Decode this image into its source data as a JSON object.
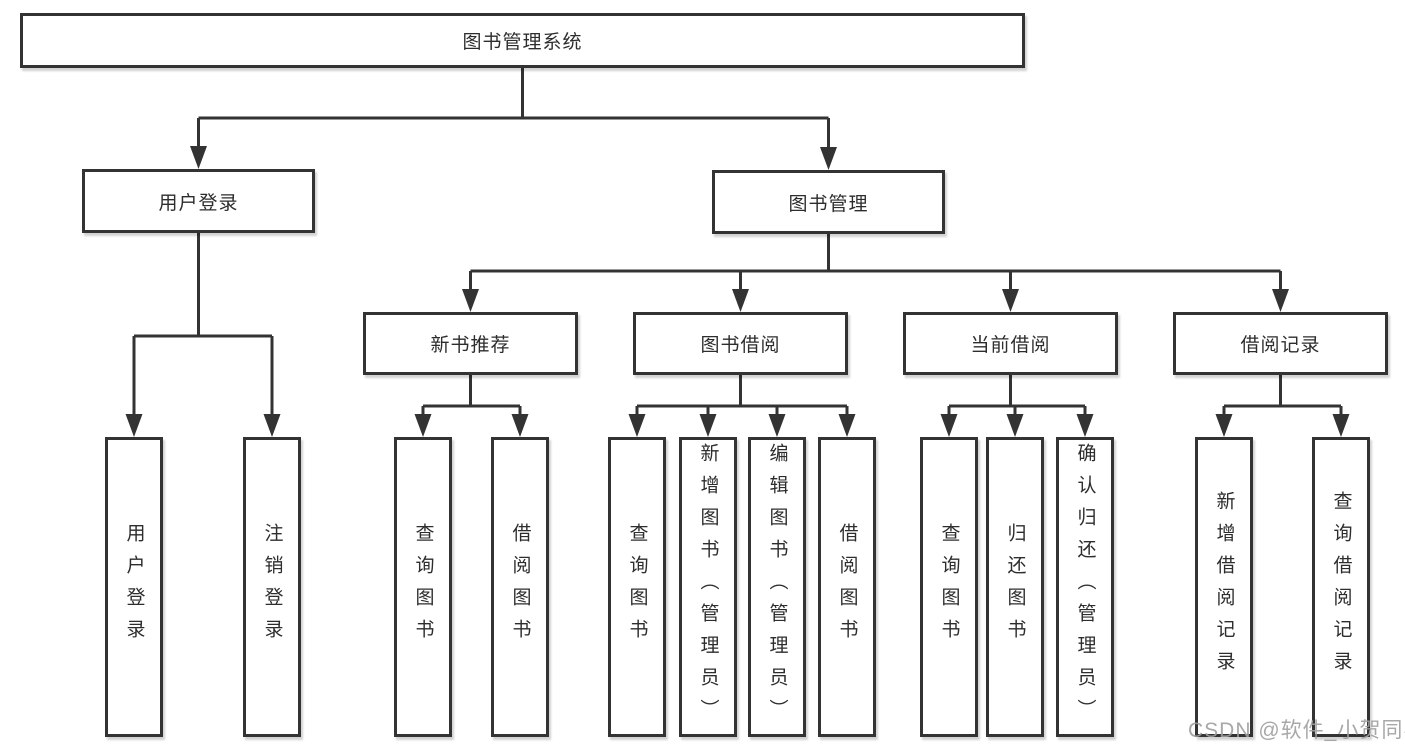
{
  "diagram": {
    "root": {
      "label": "图书管理系统"
    },
    "branches": [
      {
        "label": "用户登录",
        "children": [
          {
            "label": "用户登录"
          },
          {
            "label": "注销登录"
          }
        ]
      },
      {
        "label": "图书管理",
        "children": [
          {
            "label": "新书推荐",
            "children": [
              {
                "label": "查询图书"
              },
              {
                "label": "借阅图书"
              }
            ]
          },
          {
            "label": "图书借阅",
            "children": [
              {
                "label": "查询图书"
              },
              {
                "label": "新增图书（管理员）"
              },
              {
                "label": "编辑图书（管理员）"
              },
              {
                "label": "借阅图书"
              }
            ]
          },
          {
            "label": "当前借阅",
            "children": [
              {
                "label": "查询图书"
              },
              {
                "label": "归还图书"
              },
              {
                "label": "确认归还（管理员）"
              }
            ]
          },
          {
            "label": "借阅记录",
            "children": [
              {
                "label": "新增借阅记录"
              },
              {
                "label": "查询借阅记录"
              }
            ]
          }
        ]
      }
    ]
  },
  "watermark": {
    "text": "CSDN @软件_小贺同学"
  },
  "colors": {
    "line": "#333333",
    "text": "#2d2d2d",
    "node_background": "#ffffff",
    "watermark": "#9e9e9e",
    "background": "#ffffff"
  }
}
